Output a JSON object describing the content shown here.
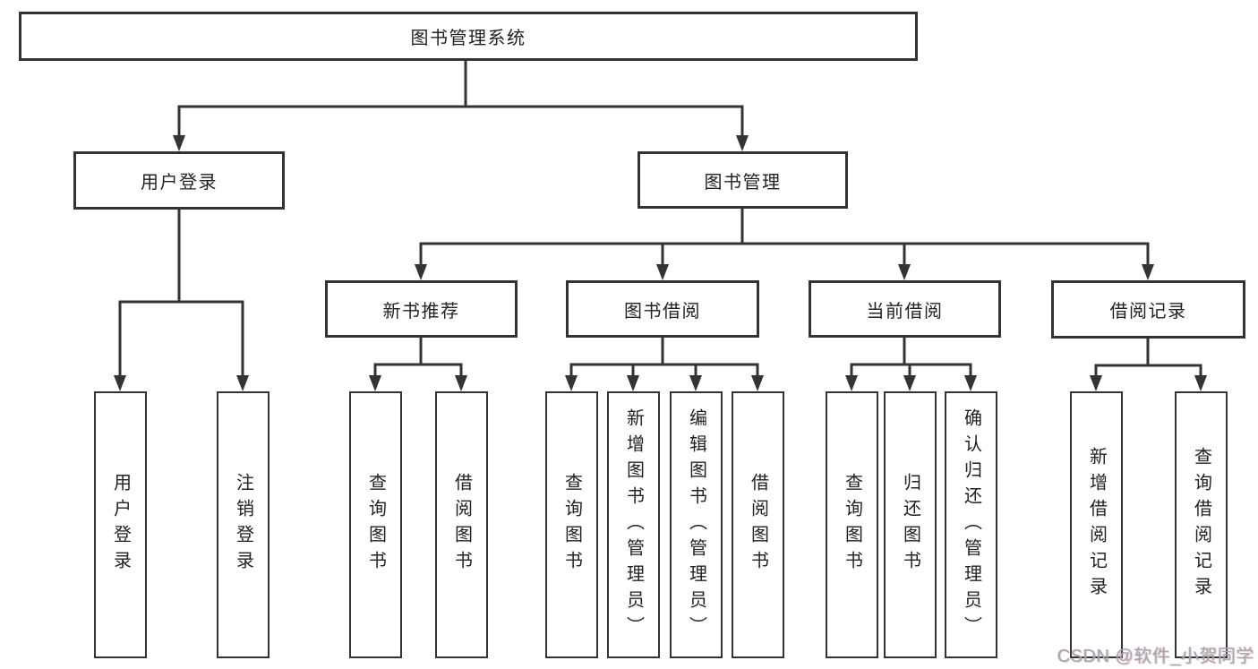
{
  "tree": {
    "root": "图书管理系统",
    "branches": [
      {
        "label": "用户登录",
        "children": [
          "用户登录",
          "注销登录"
        ]
      },
      {
        "label": "图书管理",
        "groups": [
          {
            "label": "新书推荐",
            "children": [
              "查询图书",
              "借阅图书"
            ]
          },
          {
            "label": "图书借阅",
            "children": [
              "查询图书",
              "新增图书（管理员）",
              "编辑图书（管理员）",
              "借阅图书"
            ]
          },
          {
            "label": "当前借阅",
            "children": [
              "查询图书",
              "归还图书",
              "确认归还（管理员）"
            ]
          },
          {
            "label": "借阅记录",
            "children": [
              "新增借阅记录",
              "查询借阅记录"
            ]
          }
        ]
      }
    ]
  },
  "watermark": {
    "text": "CSDN @软件_小贺同学"
  },
  "colors": {
    "line": "#333333",
    "box_border": "#333333",
    "text": "#222222",
    "watermark_text": "#a6a6ab",
    "background": "#ffffff"
  }
}
